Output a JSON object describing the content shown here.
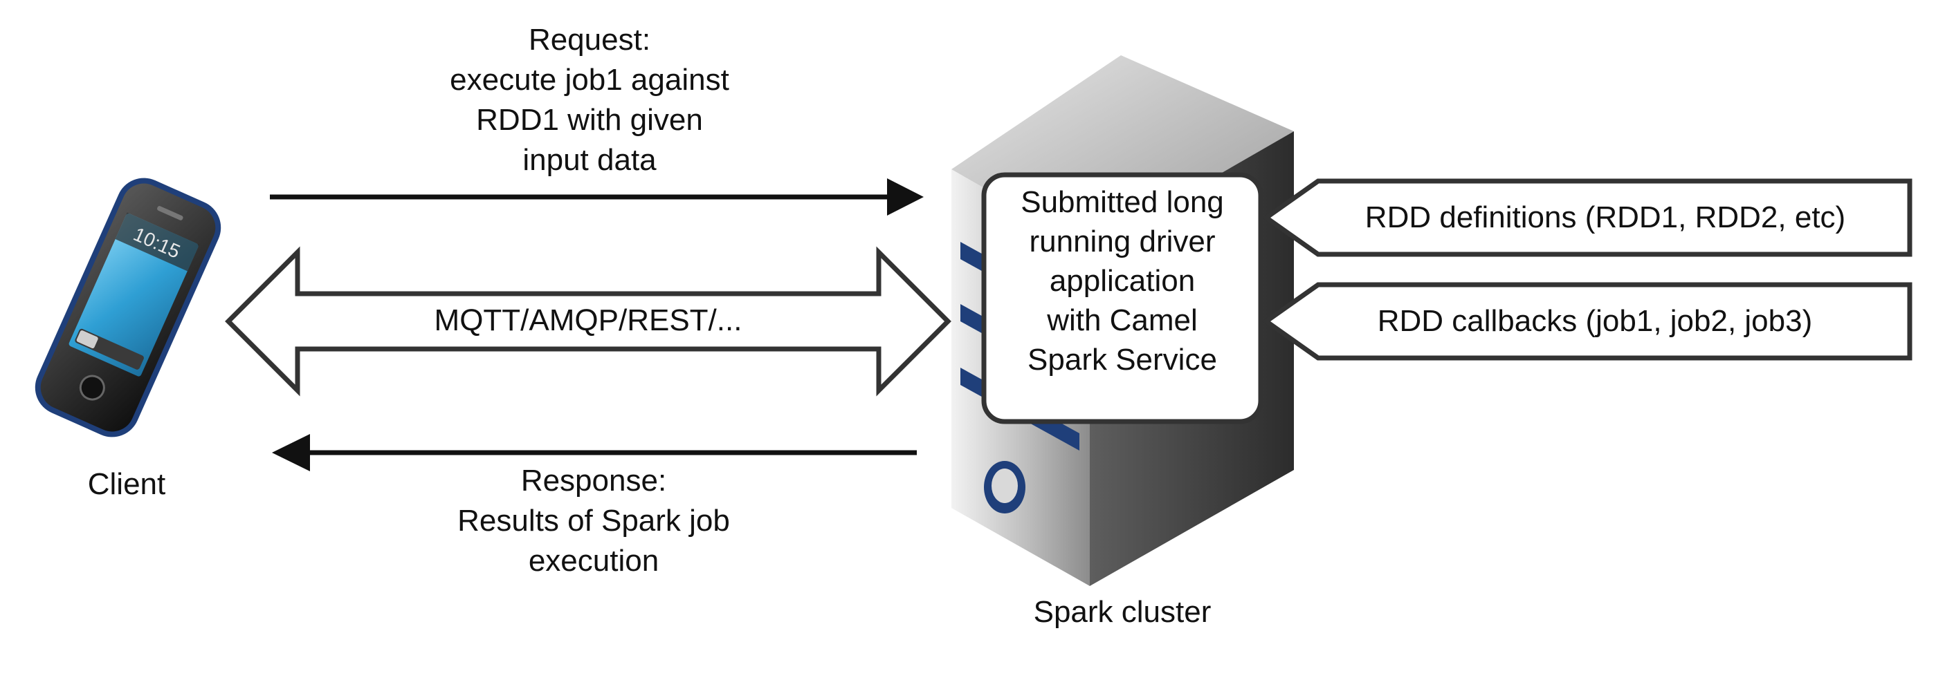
{
  "request_label": [
    "Request:",
    "execute job1 against",
    "RDD1 with given",
    "input data"
  ],
  "protocol_label": "MQTT/AMQP/REST/...",
  "response_label": [
    "Response:",
    "Results of Spark job",
    "execution"
  ],
  "client": {
    "label": "Client",
    "phone_time": "10:15"
  },
  "server": {
    "label": "Spark cluster",
    "driver_box_lines": [
      "Submitted long",
      "running driver",
      "application",
      "with Camel",
      "Spark Service"
    ]
  },
  "callouts": [
    {
      "text": "RDD definitions (RDD1, RDD2, etc)"
    },
    {
      "text": "RDD callbacks (job1, job2, job3)"
    }
  ],
  "colors": {
    "line": "#111111",
    "server_accent": "#1f3f7a",
    "phone_body": "#1a1a1a",
    "phone_screen": "#3ba6d8"
  }
}
